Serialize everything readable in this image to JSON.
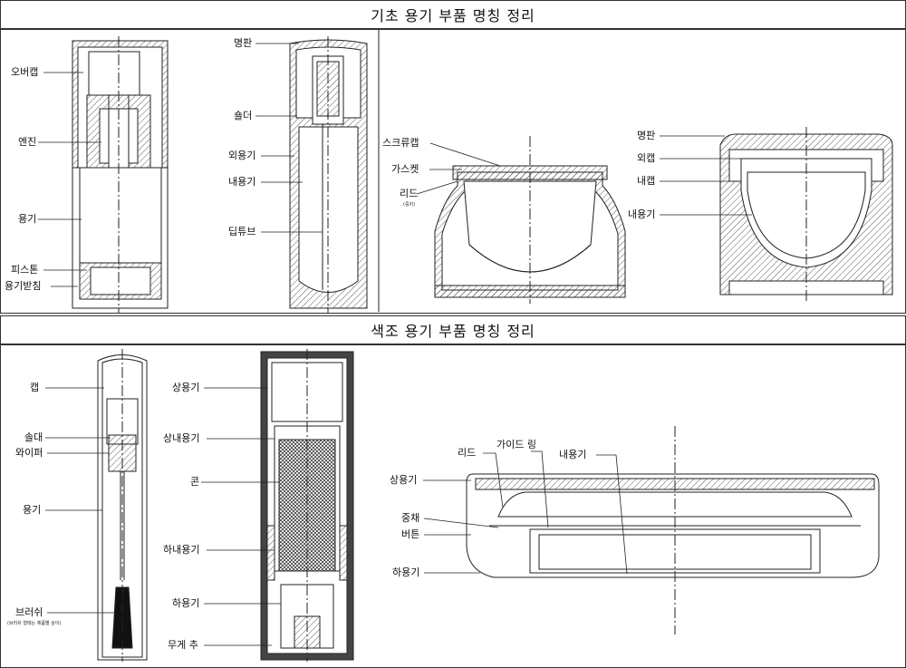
{
  "sections": {
    "basic_title": "기초 용기 부품 명칭 정리",
    "color_title": "색조 용기 부품 명칭 정리"
  },
  "pump_container": {
    "labels": [
      "오버캡",
      "엔진",
      "용기",
      "피스톤",
      "용기받침"
    ]
  },
  "double_container": {
    "labels": [
      "명판",
      "숄더",
      "외용기",
      "내용기",
      "딥튜브"
    ]
  },
  "screw_jar": {
    "labels": [
      "스크류캡",
      "가스켓",
      "리드"
    ],
    "lid_note": "(중지)"
  },
  "double_jar": {
    "labels": [
      "명판",
      "외캡",
      "내캡",
      "내용기"
    ]
  },
  "mascara": {
    "labels": [
      "캡",
      "솔대",
      "와이퍼",
      "용기",
      "브러쉬"
    ],
    "brush_note": "(브러쉬 형태는 제품별 상이)"
  },
  "stick": {
    "labels": [
      "상용기",
      "상내용기",
      "콘",
      "하내용기",
      "하용기",
      "무게 추"
    ]
  },
  "compact": {
    "labels": [
      "리드",
      "가이드 링",
      "내용기",
      "상용기",
      "중채",
      "버튼",
      "하용기"
    ]
  }
}
